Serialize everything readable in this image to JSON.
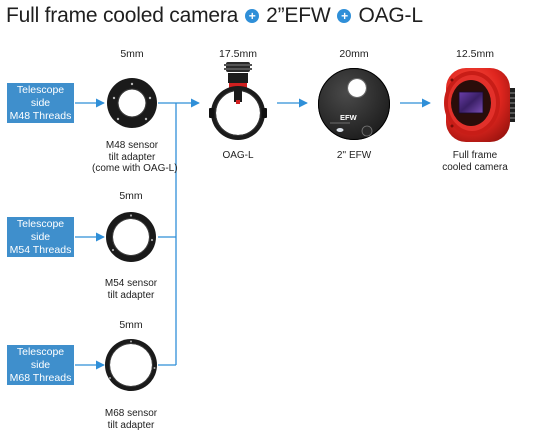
{
  "title": {
    "part1": "Full frame cooled camera",
    "part2": "2”EFW",
    "part3": "OAG-L",
    "plus_color": "#2f8fd8"
  },
  "inputs": [
    {
      "line1": "Telescope side",
      "line2": "M48 Threads"
    },
    {
      "line1": "Telescope side",
      "line2": "M54 Threads"
    },
    {
      "line1": "Telescope side",
      "line2": "M68 Threads"
    }
  ],
  "adapters": [
    {
      "size": "5mm",
      "line1": "M48 sensor",
      "line2": "tilt adapter",
      "line3": "(come with OAG-L)"
    },
    {
      "size": "5mm",
      "line1": "M54 sensor",
      "line2": "tilt adapter"
    },
    {
      "size": "5mm",
      "line1": "M68 sensor",
      "line2": "tilt adapter"
    }
  ],
  "chain": [
    {
      "size": "17.5mm",
      "line1": "OAG-L"
    },
    {
      "size": "20mm",
      "line1": "2'' EFW",
      "badge": "EFW"
    },
    {
      "size": "12.5mm",
      "line1": "Full frame",
      "line2": "cooled camera"
    }
  ],
  "colors": {
    "box_blue": "#3f8fcc",
    "arrow_blue": "#2f8fd8",
    "camera_red": "#e0261f",
    "sensor_purple": "#4a2a7a"
  }
}
